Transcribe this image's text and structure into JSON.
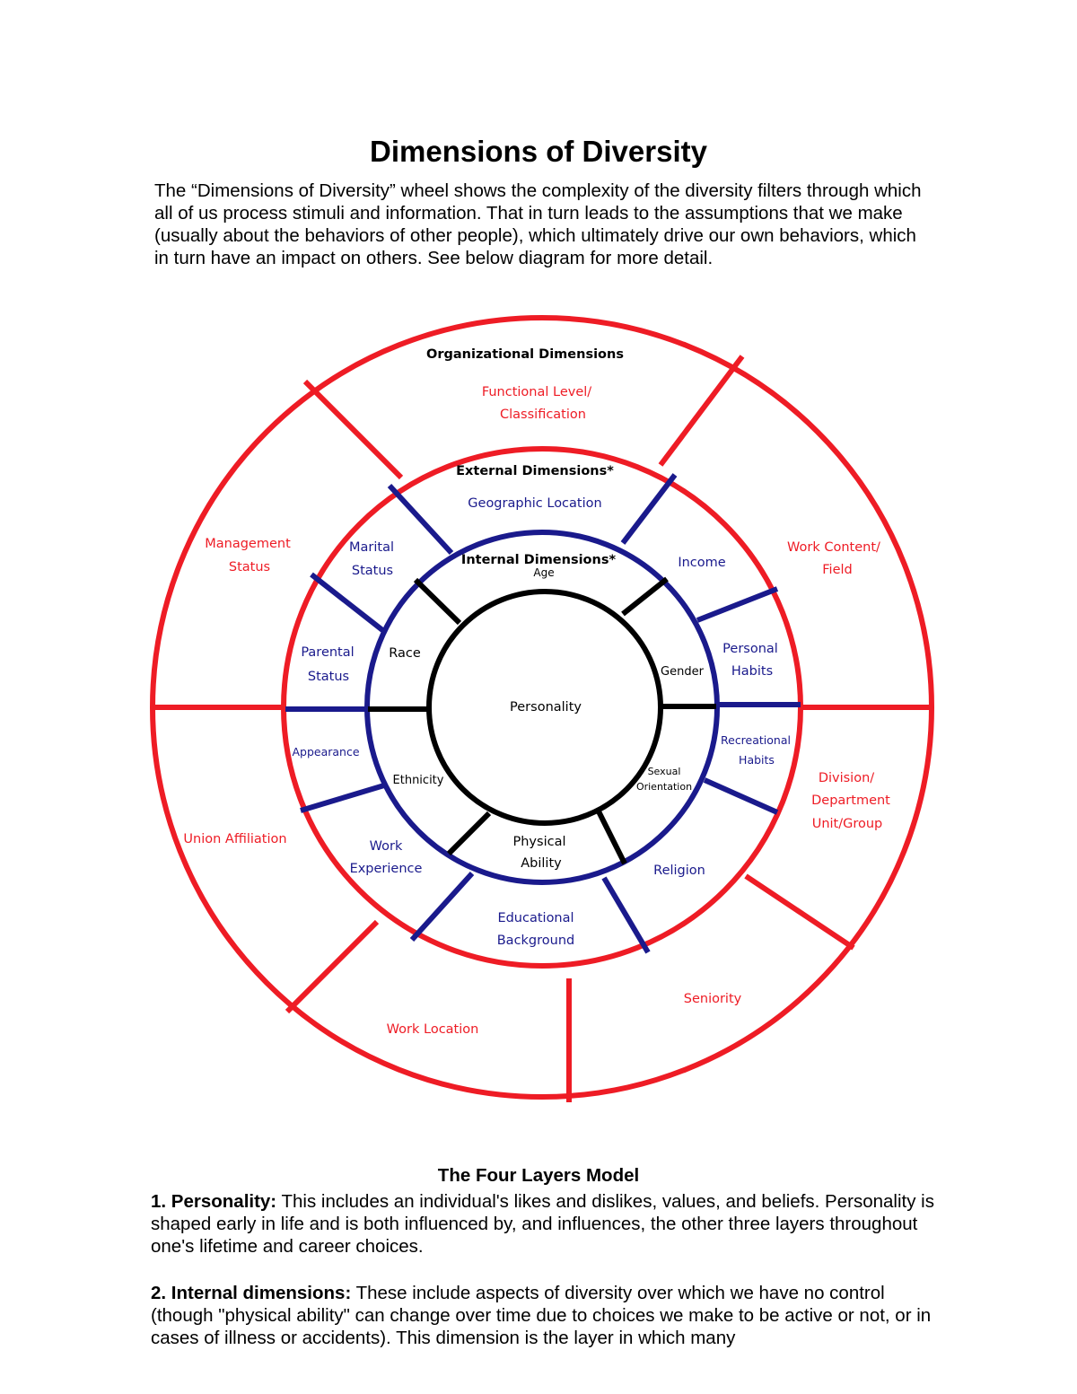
{
  "document": {
    "title": "Dimensions of Diversity",
    "intro": "The “Dimensions of Diversity” wheel shows the complexity of the diversity filters through which all of us process stimuli and information. That in turn leads to the assumptions that we make (usually about the behaviors of other people), which ultimately drive our own behaviors, which in turn have an impact on others.  See below diagram for more  detail."
  },
  "diagram": {
    "colors": {
      "organizational": "#ee1c25",
      "external": "#1a1a8c",
      "internal": "#000000"
    },
    "organizational": {
      "heading": "Organizational Dimensions",
      "functional_level_1": "Functional Level/",
      "functional_level_2": "Classification",
      "work_content_1": "Work Content/",
      "work_content_2": "Field",
      "division_1": "Division/",
      "division_2": "Department",
      "division_3": "Unit/Group",
      "seniority": "Seniority",
      "work_location": "Work  Location",
      "union": "Union Affiliation",
      "management_1": "Management",
      "management_2": "Status"
    },
    "external": {
      "heading": "External Dimensions*",
      "geographic": "Geographic Location",
      "income": "Income",
      "personal_habits_1": "Personal",
      "personal_habits_2": "Habits",
      "recreational_1": "Recreational",
      "recreational_2": "Habits",
      "religion": "Religion",
      "educational_1": "Educational",
      "educational_2": "Background",
      "work_experience_1": "Work",
      "work_experience_2": "Experience",
      "appearance": "Appearance",
      "parental_1": "Parental",
      "parental_2": "Status",
      "marital_1": "Marital",
      "marital_2": "Status"
    },
    "internal": {
      "heading": "Internal Dimensions*",
      "age": "Age",
      "gender": "Gender",
      "sexual_1": "Sexual",
      "sexual_2": "Orientation",
      "physical_1": "Physical",
      "physical_2": "Ability",
      "ethnicity": "Ethnicity",
      "race": "Race"
    },
    "core": "Personality"
  },
  "model": {
    "title": "The Four Layers Model",
    "item1_label": "1. Personality:",
    "item1_text": " This includes an individual's likes and dislikes, values, and beliefs. Personality is shaped early in life and is both influenced by, and influences, the other three layers throughout one's lifetime and career choices.",
    "item2_label": "2. Internal dimensions:",
    "item2_text": " These include aspects of diversity over which we have no control (though \"physical ability\" can change over time due to choices we make to be active or not, or in cases of illness or accidents). This dimension is the layer in which many"
  }
}
